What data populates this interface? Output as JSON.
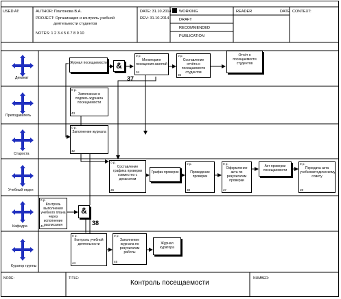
{
  "header": {
    "used_at": "USED AT:",
    "author": "AUTHOR:  Платонова В.А.",
    "project": "PROJECT:  Организация и контроль учебной",
    "project2": "деятельности студентов",
    "date": "DATE:  31.10.2014",
    "rev": "REV:   31.10.2014",
    "notes": "NOTES:  1  2  3  4  5  6  7  8  9  10",
    "status": [
      "WORKING",
      "DRAFT",
      "RECOMMENDED",
      "PUBLICATION"
    ],
    "reader": "READER",
    "reader_date": "DATE",
    "context": "CONTEXT:"
  },
  "lanes": [
    {
      "label": "Деканат"
    },
    {
      "label": "Преподаватель"
    },
    {
      "label": "Староста"
    },
    {
      "label": "Учебный отдел"
    },
    {
      "label": "Кафедра"
    },
    {
      "label": "Куратор группы"
    }
  ],
  "nodes": {
    "n1": {
      "text": "Журнал посещаемости"
    },
    "n2": {
      "text": "Мониторинг посещения занятий",
      "dp": "0 р.",
      "num": "34"
    },
    "n3": {
      "text": "Составление отчёта о посещаемости студентов",
      "dp": "0 р.",
      "num": "35"
    },
    "n4": {
      "text": "Отчёт о посещаемости студентов"
    },
    "n5": {
      "text": "Заполнение и подпись журнала посещаемости",
      "dp": "0 р.",
      "num": "43"
    },
    "n6": {
      "text": "Заполнение журнала",
      "dp": "0 р.",
      "num": "42"
    },
    "n7": {
      "text": "Составление графика проверки совместно с деканатом",
      "dp": "0 р.",
      "num": "36"
    },
    "n8": {
      "text": "График проверок"
    },
    "n9": {
      "text": "Проведение проверки",
      "dp": "0 р.",
      "num": "38"
    },
    "n10": {
      "text": "Оформление акта по результатам проверки",
      "dp": "0 р.",
      "num": "37"
    },
    "n11": {
      "text": "Акт проверки посещаемости"
    },
    "n12": {
      "text": "Передача акта учебнометодическому совету",
      "dp": "0 р.",
      "num": "39"
    },
    "n13": {
      "text": "Контроль выполнения учебного плана через исполнение расписания",
      "dp": "0 р.",
      "num": "41"
    },
    "n14": {
      "text": "Контроль учебной деятельности",
      "dp": "0 р.",
      "num": "44"
    },
    "n15": {
      "text": "Заполнение журнала по результатам работы",
      "dp": "0 р.",
      "num": "45"
    },
    "n16": {
      "text": "Журнал куратора"
    }
  },
  "junctions": {
    "j1": {
      "symbol": "&",
      "num": "37"
    },
    "j2": {
      "symbol": "&",
      "num": "38"
    }
  },
  "footer": {
    "node": "NODE:",
    "title_label": "TITLE:",
    "title": "Контроль посещаемости",
    "number": "NUMBER:"
  }
}
